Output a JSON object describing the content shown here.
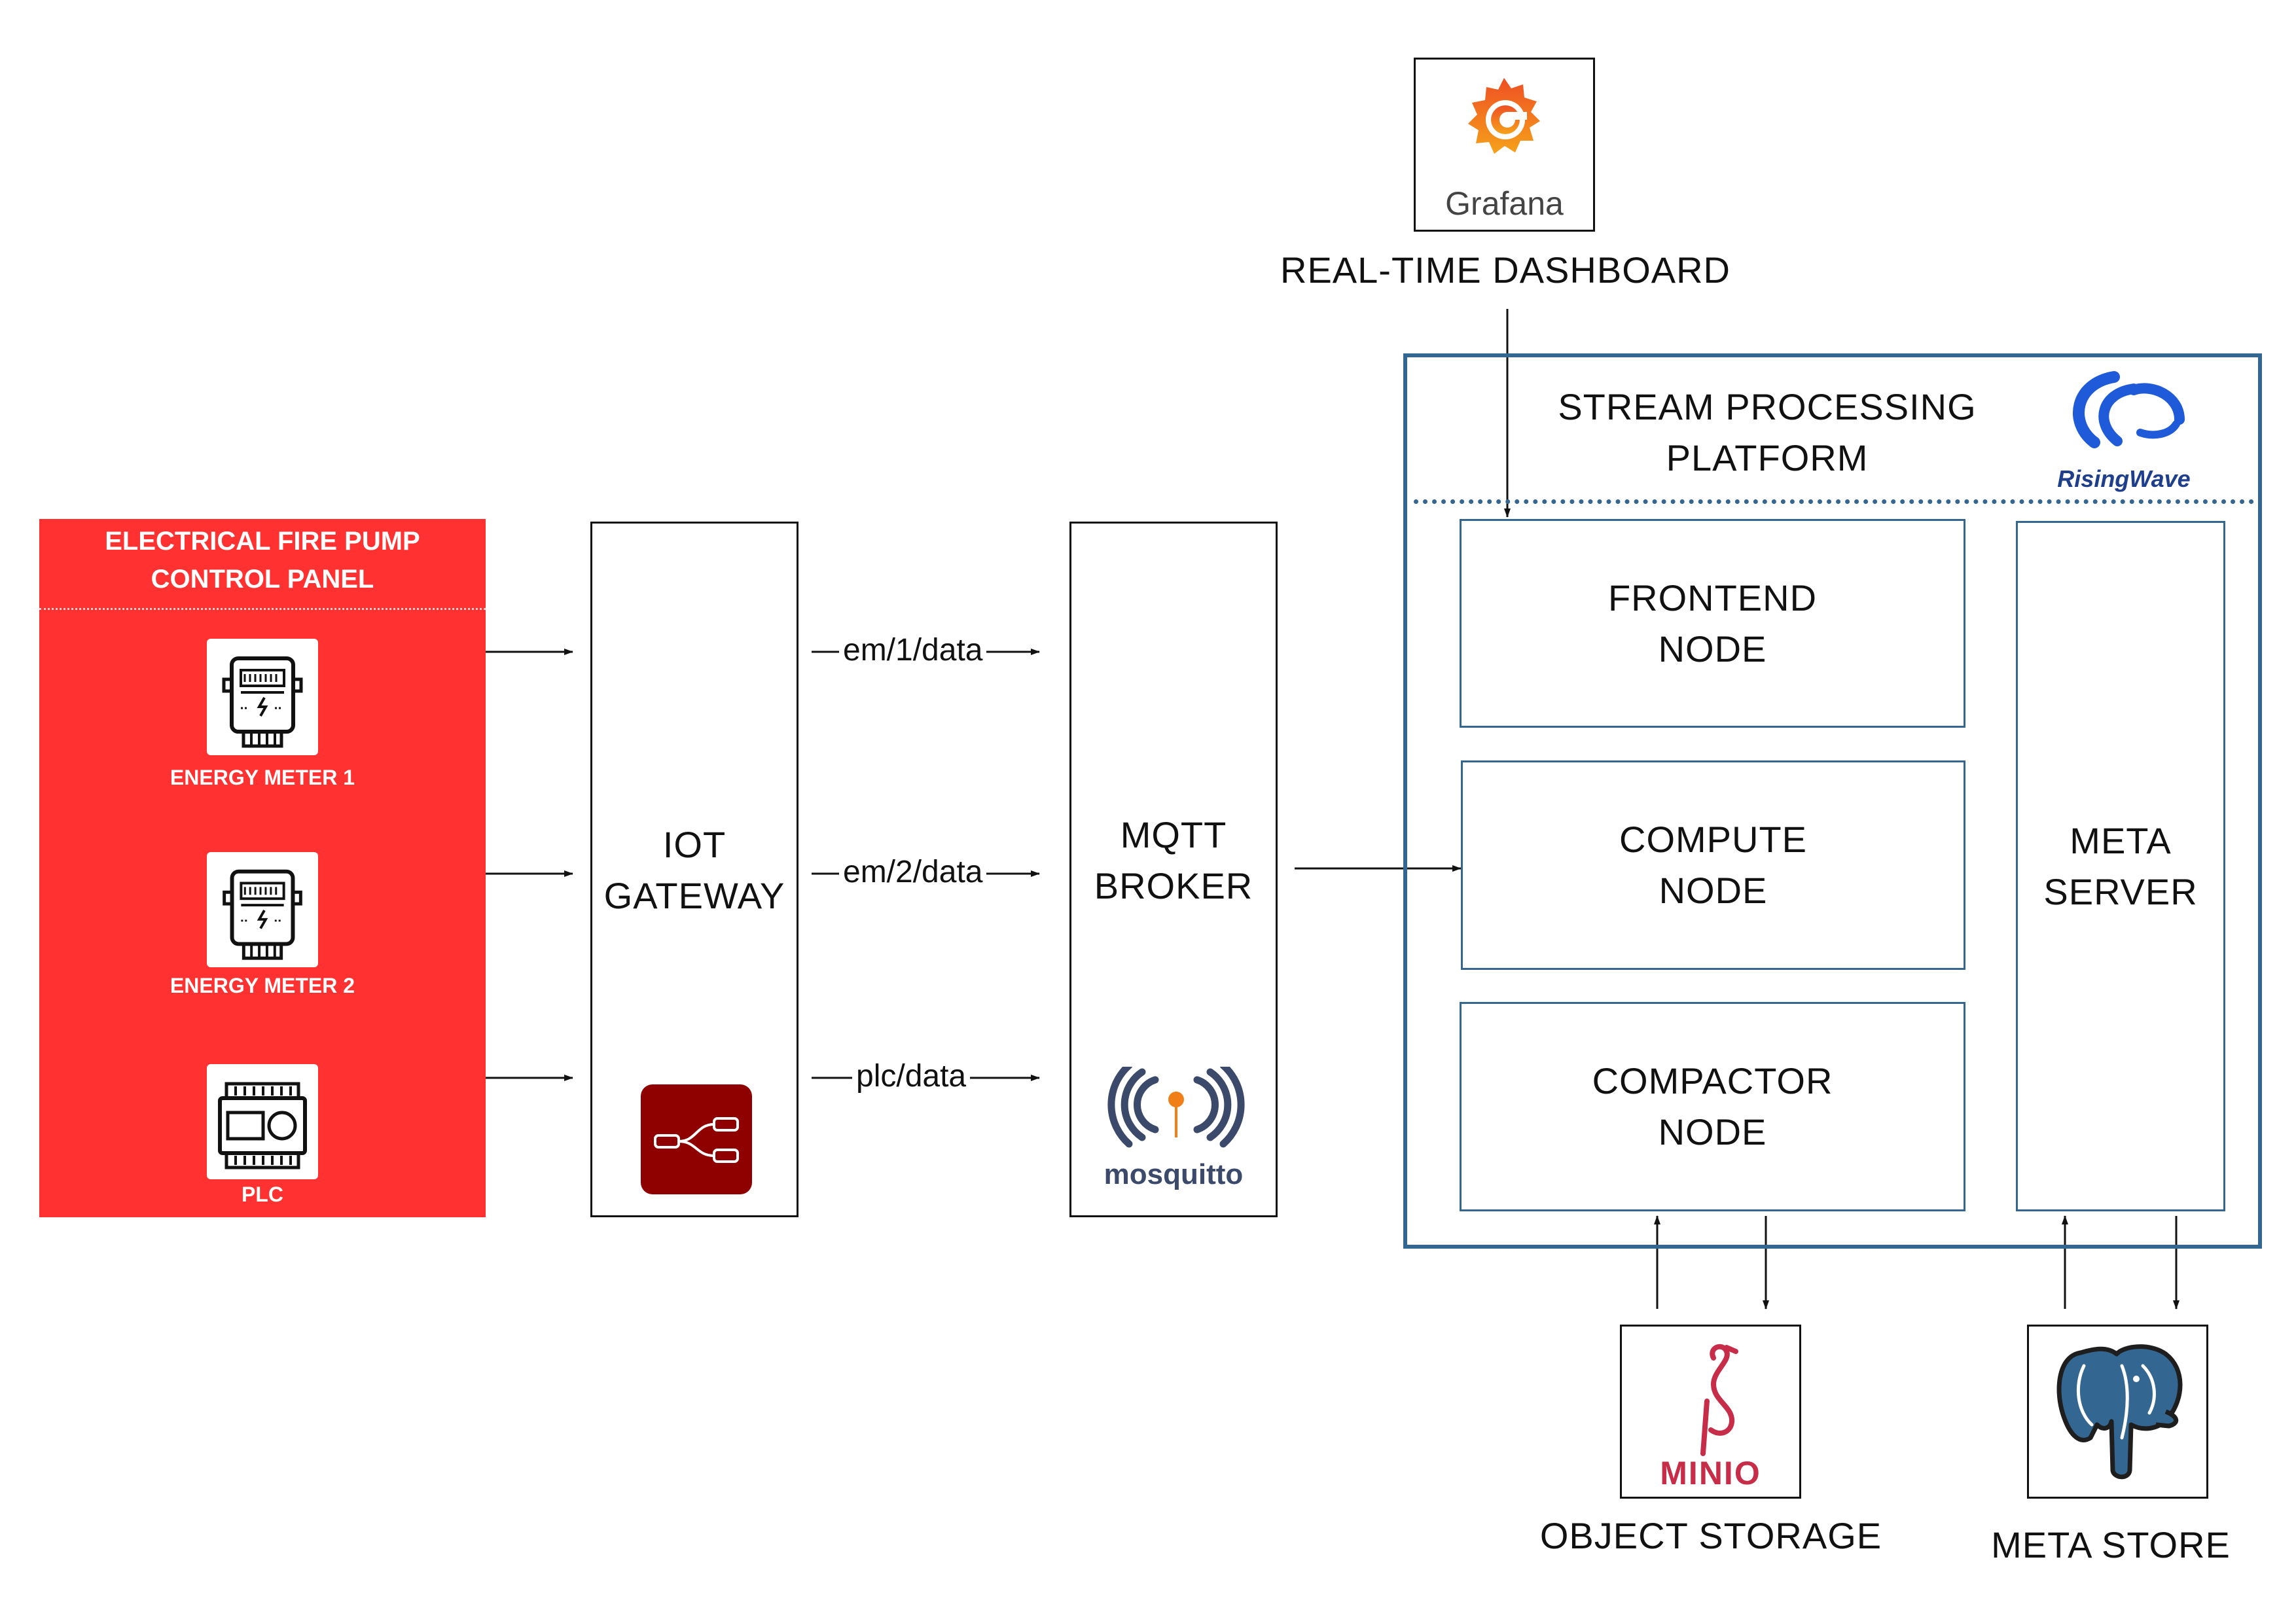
{
  "panel": {
    "title": "ELECTRICAL FIRE PUMP\nCONTROL PANEL",
    "devices": [
      {
        "label": "ENERGY METER 1",
        "icon": "energy-meter-icon"
      },
      {
        "label": "ENERGY METER 2",
        "icon": "energy-meter-icon"
      },
      {
        "label": "PLC",
        "icon": "plc-icon"
      }
    ],
    "color": "#ff3131"
  },
  "gateway": {
    "label": "IOT\nGATEWAY",
    "icon": "node-red-icon"
  },
  "topics": [
    "em/1/data",
    "em/2/data",
    "plc/data"
  ],
  "broker": {
    "label": "MQTT\nBROKER",
    "icon": "mosquitto-logo",
    "logo_text": "mosquitto"
  },
  "dashboard": {
    "label": "REAL-TIME DASHBOARD",
    "icon": "grafana-logo",
    "logo_text": "Grafana"
  },
  "platform": {
    "title": "STREAM PROCESSING\nPLATFORM",
    "logo_text": "RisingWave",
    "border_color": "#35668f",
    "nodes": {
      "frontend": "FRONTEND\nNODE",
      "compute": "COMPUTE\nNODE",
      "compactor": "COMPACTOR\nNODE",
      "meta": "META\nSERVER"
    }
  },
  "object_storage": {
    "label": "OBJECT STORAGE",
    "icon": "minio-logo",
    "logo_text": "MINIO"
  },
  "meta_store": {
    "label": "META STORE",
    "icon": "postgresql-elephant-icon"
  }
}
